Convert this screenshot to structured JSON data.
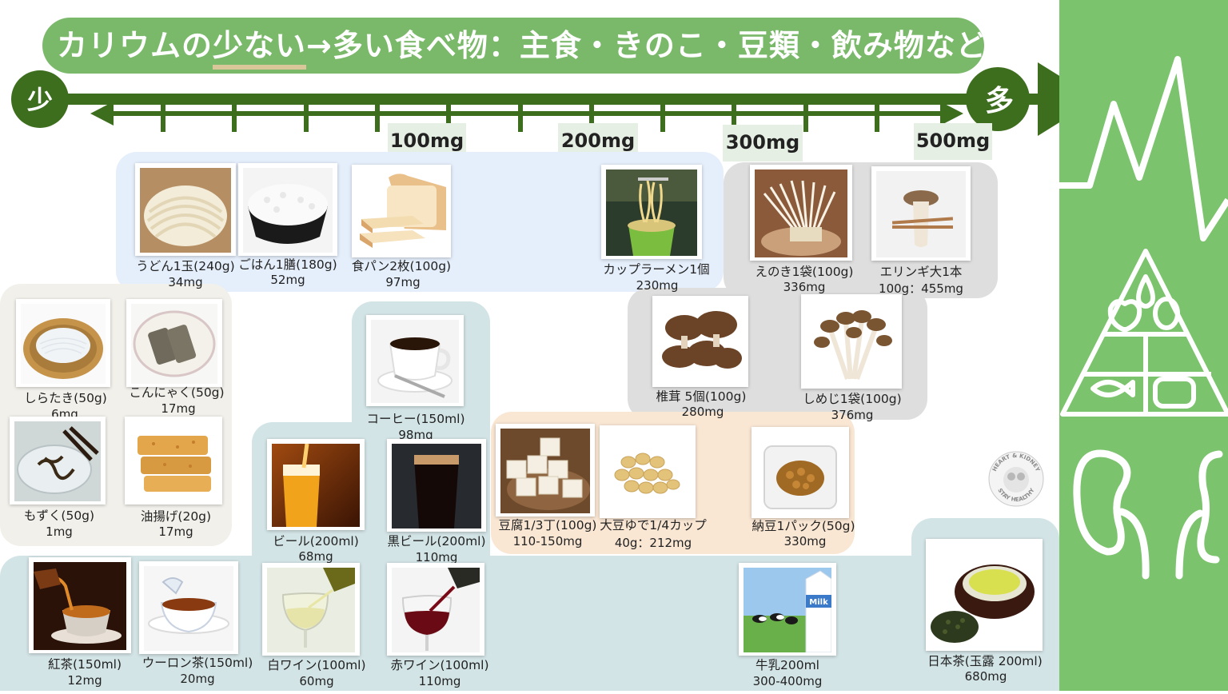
{
  "title": {
    "pre": "カリウムの",
    "highlight": "少ない",
    "post": "→多い食べ物：主食・きのこ・豆類・飲み物など"
  },
  "axis": {
    "low_label": "少",
    "high_label": "多"
  },
  "scale_badges": [
    "100mg",
    "200mg",
    "300mg",
    "500mg"
  ],
  "foods": [
    {
      "id": "udon",
      "name": "うどん1玉(240g)",
      "potassium": "34mg"
    },
    {
      "id": "rice",
      "name": "ごはん1膳(180g)",
      "potassium": "52mg"
    },
    {
      "id": "bread",
      "name": "食パン2枚(100g)",
      "potassium": "97mg"
    },
    {
      "id": "cupramen",
      "name": "カップラーメン1個",
      "potassium": "230mg"
    },
    {
      "id": "enoki",
      "name": "えのき1袋(100g)",
      "potassium": "336mg"
    },
    {
      "id": "eringi",
      "name": "エリンギ大1本",
      "potassium": "100g：455mg"
    },
    {
      "id": "shirataki",
      "name": "しらたき(50g)",
      "potassium": "6mg"
    },
    {
      "id": "konnyaku",
      "name": "こんにゃく(50g)",
      "potassium": "17mg"
    },
    {
      "id": "mozuku",
      "name": "もずく(50g)",
      "potassium": "1mg"
    },
    {
      "id": "aburaage",
      "name": "油揚げ(20g)",
      "potassium": "17mg"
    },
    {
      "id": "coffee",
      "name": "コーヒー(150ml)",
      "potassium": "98mg"
    },
    {
      "id": "beer",
      "name": "ビール(200ml)",
      "potassium": "68mg"
    },
    {
      "id": "darkbeer",
      "name": "黒ビール(200ml)",
      "potassium": "110mg"
    },
    {
      "id": "shiitake",
      "name": "椎茸 5個(100g)",
      "potassium": "280mg"
    },
    {
      "id": "shimeji",
      "name": "しめじ1袋(100g)",
      "potassium": "376mg"
    },
    {
      "id": "tofu",
      "name": "豆腐1/3丁(100g)",
      "potassium": "110-150mg"
    },
    {
      "id": "soybean",
      "name": "大豆ゆで1/4カップ",
      "potassium": "40g：212mg"
    },
    {
      "id": "natto",
      "name": "納豆1パック(50g)",
      "potassium": "330mg"
    },
    {
      "id": "blacktea",
      "name": "紅茶(150ml)",
      "potassium": "12mg"
    },
    {
      "id": "oolong",
      "name": "ウーロン茶(150ml)",
      "potassium": "20mg"
    },
    {
      "id": "whitewine",
      "name": "白ワイン(100ml)",
      "potassium": "60mg"
    },
    {
      "id": "redwine",
      "name": "赤ワイン(100ml)",
      "potassium": "110mg"
    },
    {
      "id": "milk",
      "name": "牛乳200ml",
      "potassium": "300-400mg"
    },
    {
      "id": "gyokuro",
      "name": "日本茶(玉露 200ml)",
      "potassium": "680mg"
    }
  ],
  "logo": {
    "top_text": "HEART & KIDNEY",
    "bottom_text": "STAY HEALTHY"
  },
  "milk_carton_text": "Milk",
  "colors": {
    "title_bg": "#7ab86a",
    "axis_green": "#3d6e1e",
    "side_panel": "#7cc36d",
    "panel_blue": "#e5eefb",
    "panel_beige": "#f2f0ea",
    "panel_teal": "#d3e4e6",
    "panel_gray": "#dedede",
    "panel_peach": "#f9e6d3"
  }
}
